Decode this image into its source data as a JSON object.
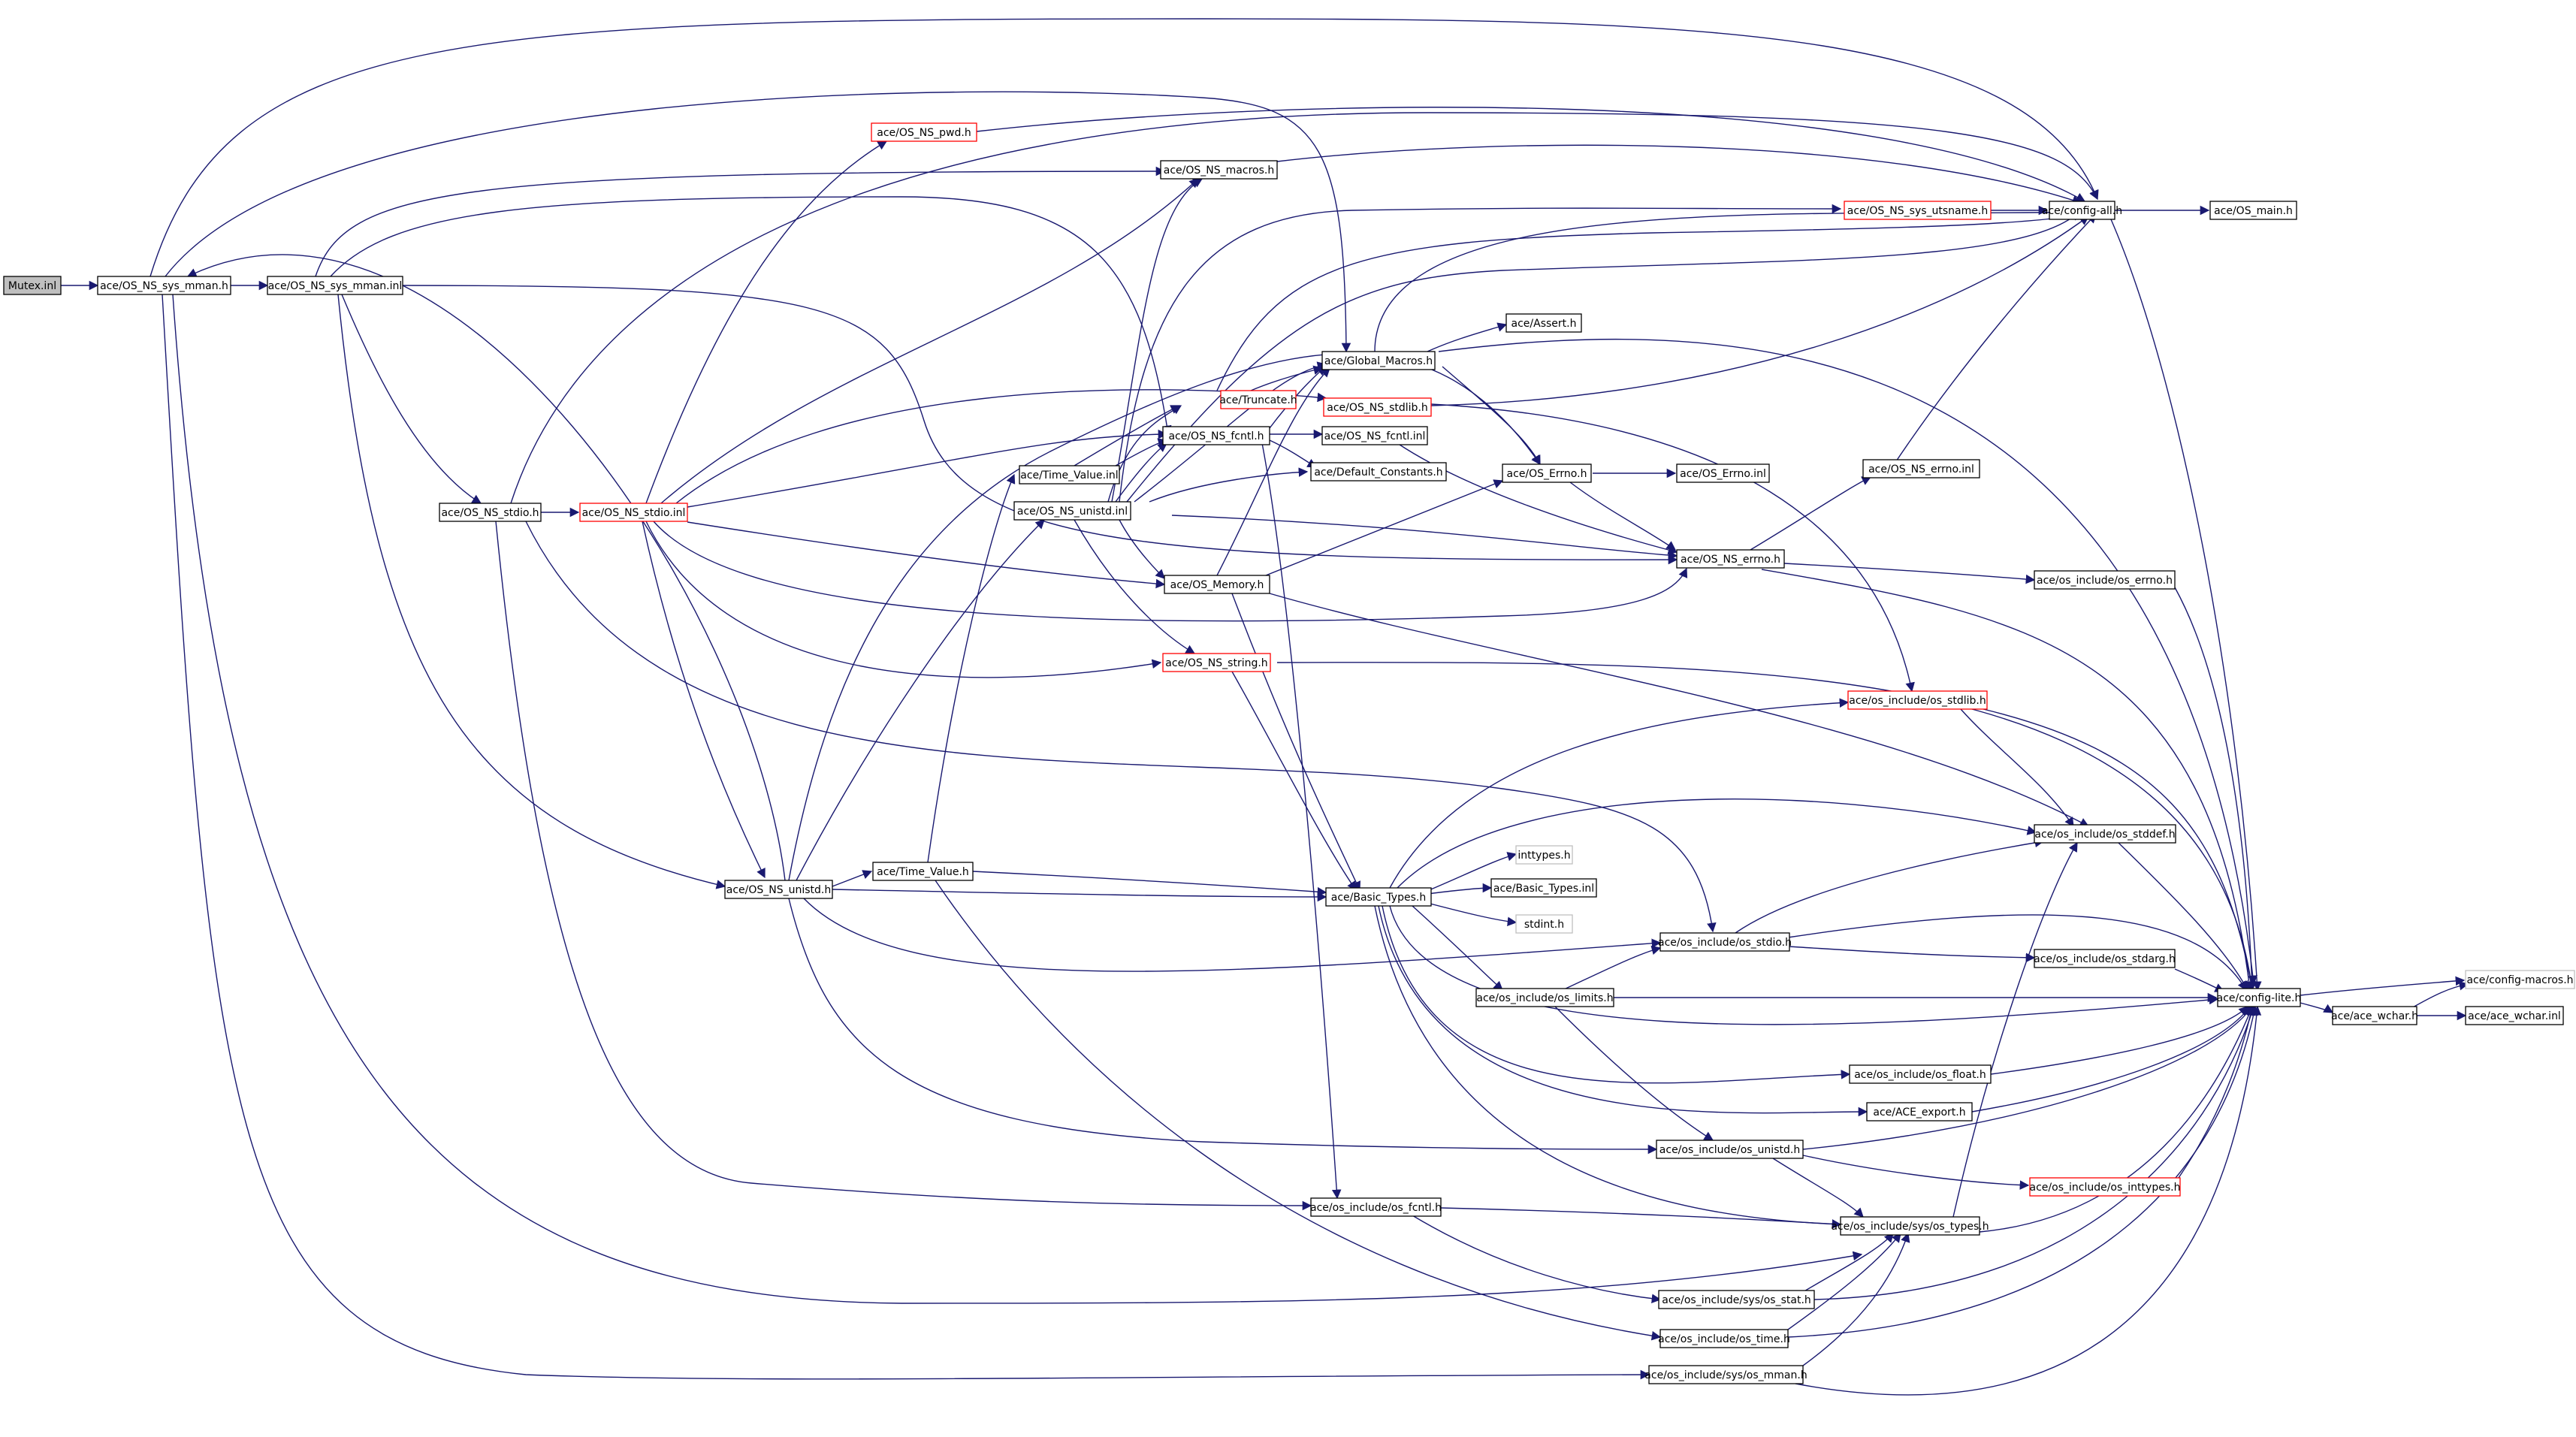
{
  "diagram": {
    "nodes": [
      {
        "id": "mutex_inl",
        "label": "Mutex.inl",
        "style": "gray"
      },
      {
        "id": "sys_mman_h",
        "label": "ace/OS_NS_sys_mman.h"
      },
      {
        "id": "sys_mman_inl",
        "label": "ace/OS_NS_sys_mman.inl"
      },
      {
        "id": "pwd_h",
        "label": "ace/OS_NS_pwd.h",
        "style": "red"
      },
      {
        "id": "macros_h",
        "label": "ace/OS_NS_macros.h"
      },
      {
        "id": "utsname_h",
        "label": "ace/OS_NS_sys_utsname.h",
        "style": "red"
      },
      {
        "id": "config_all",
        "label": "ace/config-all.h"
      },
      {
        "id": "os_main",
        "label": "ace/OS_main.h"
      },
      {
        "id": "assert_h",
        "label": "ace/Assert.h"
      },
      {
        "id": "global_macros",
        "label": "ace/Global_Macros.h"
      },
      {
        "id": "truncate_h",
        "label": "ace/Truncate.h",
        "style": "red"
      },
      {
        "id": "stdlib_h",
        "label": "ace/OS_NS_stdlib.h",
        "style": "red"
      },
      {
        "id": "fcntl_h",
        "label": "ace/OS_NS_fcntl.h"
      },
      {
        "id": "fcntl_inl",
        "label": "ace/OS_NS_fcntl.inl"
      },
      {
        "id": "time_value_inl",
        "label": "ace/Time_Value.inl"
      },
      {
        "id": "default_constants",
        "label": "ace/Default_Constants.h"
      },
      {
        "id": "errno_h",
        "label": "ace/OS_Errno.h"
      },
      {
        "id": "errno_inl",
        "label": "ace/OS_Errno.inl"
      },
      {
        "id": "ns_errno_inl",
        "label": "ace/OS_NS_errno.inl"
      },
      {
        "id": "stdio_h",
        "label": "ace/OS_NS_stdio.h"
      },
      {
        "id": "stdio_inl",
        "label": "ace/OS_NS_stdio.inl",
        "style": "red"
      },
      {
        "id": "unistd_inl",
        "label": "ace/OS_NS_unistd.inl"
      },
      {
        "id": "ns_errno_h",
        "label": "ace/OS_NS_errno.h"
      },
      {
        "id": "os_memory",
        "label": "ace/OS_Memory.h"
      },
      {
        "id": "oi_errno",
        "label": "ace/os_include/os_errno.h"
      },
      {
        "id": "ns_string",
        "label": "ace/OS_NS_string.h",
        "style": "red"
      },
      {
        "id": "oi_stdlib",
        "label": "ace/os_include/os_stdlib.h",
        "style": "red"
      },
      {
        "id": "oi_stddef",
        "label": "ace/os_include/os_stddef.h"
      },
      {
        "id": "inttypes",
        "label": "inttypes.h",
        "style": "light"
      },
      {
        "id": "time_value_h",
        "label": "ace/Time_Value.h"
      },
      {
        "id": "ns_unistd_h",
        "label": "ace/OS_NS_unistd.h"
      },
      {
        "id": "basic_types_h",
        "label": "ace/Basic_Types.h"
      },
      {
        "id": "basic_types_inl",
        "label": "ace/Basic_Types.inl"
      },
      {
        "id": "stdint",
        "label": "stdint.h",
        "style": "light"
      },
      {
        "id": "oi_stdio",
        "label": "ace/os_include/os_stdio.h"
      },
      {
        "id": "oi_stdarg",
        "label": "ace/os_include/os_stdarg.h"
      },
      {
        "id": "oi_limits",
        "label": "ace/os_include/os_limits.h"
      },
      {
        "id": "config_lite",
        "label": "ace/config-lite.h"
      },
      {
        "id": "config_macros",
        "label": "ace/config-macros.h",
        "style": "light"
      },
      {
        "id": "ace_wchar_h",
        "label": "ace/ace_wchar.h"
      },
      {
        "id": "ace_wchar_inl",
        "label": "ace/ace_wchar.inl"
      },
      {
        "id": "oi_float",
        "label": "ace/os_include/os_float.h"
      },
      {
        "id": "ace_export",
        "label": "ace/ACE_export.h"
      },
      {
        "id": "oi_unistd",
        "label": "ace/os_include/os_unistd.h"
      },
      {
        "id": "oi_inttypes",
        "label": "ace/os_include/os_inttypes.h",
        "style": "red"
      },
      {
        "id": "oi_fcntl",
        "label": "ace/os_include/os_fcntl.h"
      },
      {
        "id": "oi_sys_types",
        "label": "ace/os_include/sys/os_types.h"
      },
      {
        "id": "oi_sys_stat",
        "label": "ace/os_include/sys/os_stat.h"
      },
      {
        "id": "oi_time",
        "label": "ace/os_include/os_time.h"
      },
      {
        "id": "oi_sys_mman",
        "label": "ace/os_include/sys/os_mman.h"
      }
    ]
  }
}
